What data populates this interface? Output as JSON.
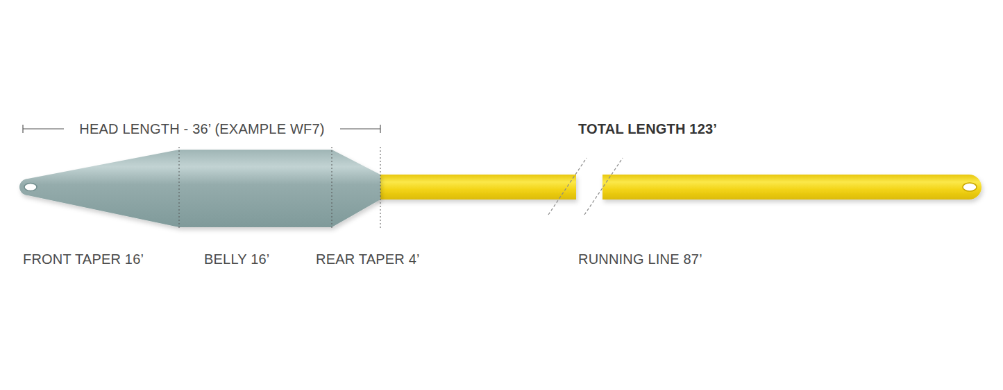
{
  "diagram": {
    "labels": [
      "HEAD LENGTH - 36’ (EXAMPLE WF7)",
      "TOTAL LENGTH 123’",
      "FRONT TAPER 16’",
      "BELLY 16’",
      "REAR TAPER 4’",
      "RUNNING LINE 87’"
    ]
  }
}
